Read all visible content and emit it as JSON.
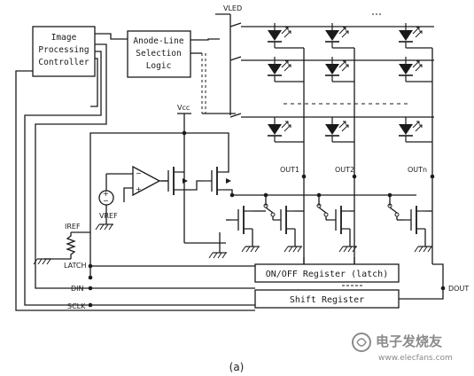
{
  "blocks": {
    "controller": [
      "Image",
      "Processing",
      "Controller"
    ],
    "anode_logic": [
      "Anode-Line",
      "Selection",
      "Logic"
    ],
    "onoff_register": "ON/OFF Register (latch)",
    "shift_register": "Shift Register"
  },
  "signals": {
    "vled": "VLED",
    "vcc": "Vcc",
    "vref": "VREF",
    "iref": "IREF",
    "latch": "LATCH",
    "din": "DIN",
    "sclk": "SCLK",
    "dout": "DOUT",
    "out1": "OUT1",
    "out2": "OUT2",
    "outn": "OUTn"
  },
  "caption": "(a)",
  "watermark": {
    "main": "电子发烧友",
    "sub": "www.elecfans.com"
  }
}
